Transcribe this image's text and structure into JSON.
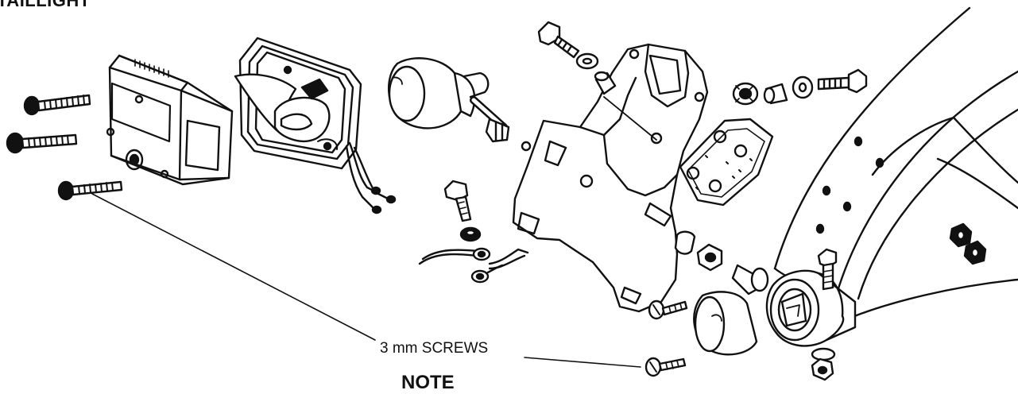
{
  "heading": "TAILLIGHT",
  "callout": "3 mm SCREWS",
  "note": "NOTE"
}
